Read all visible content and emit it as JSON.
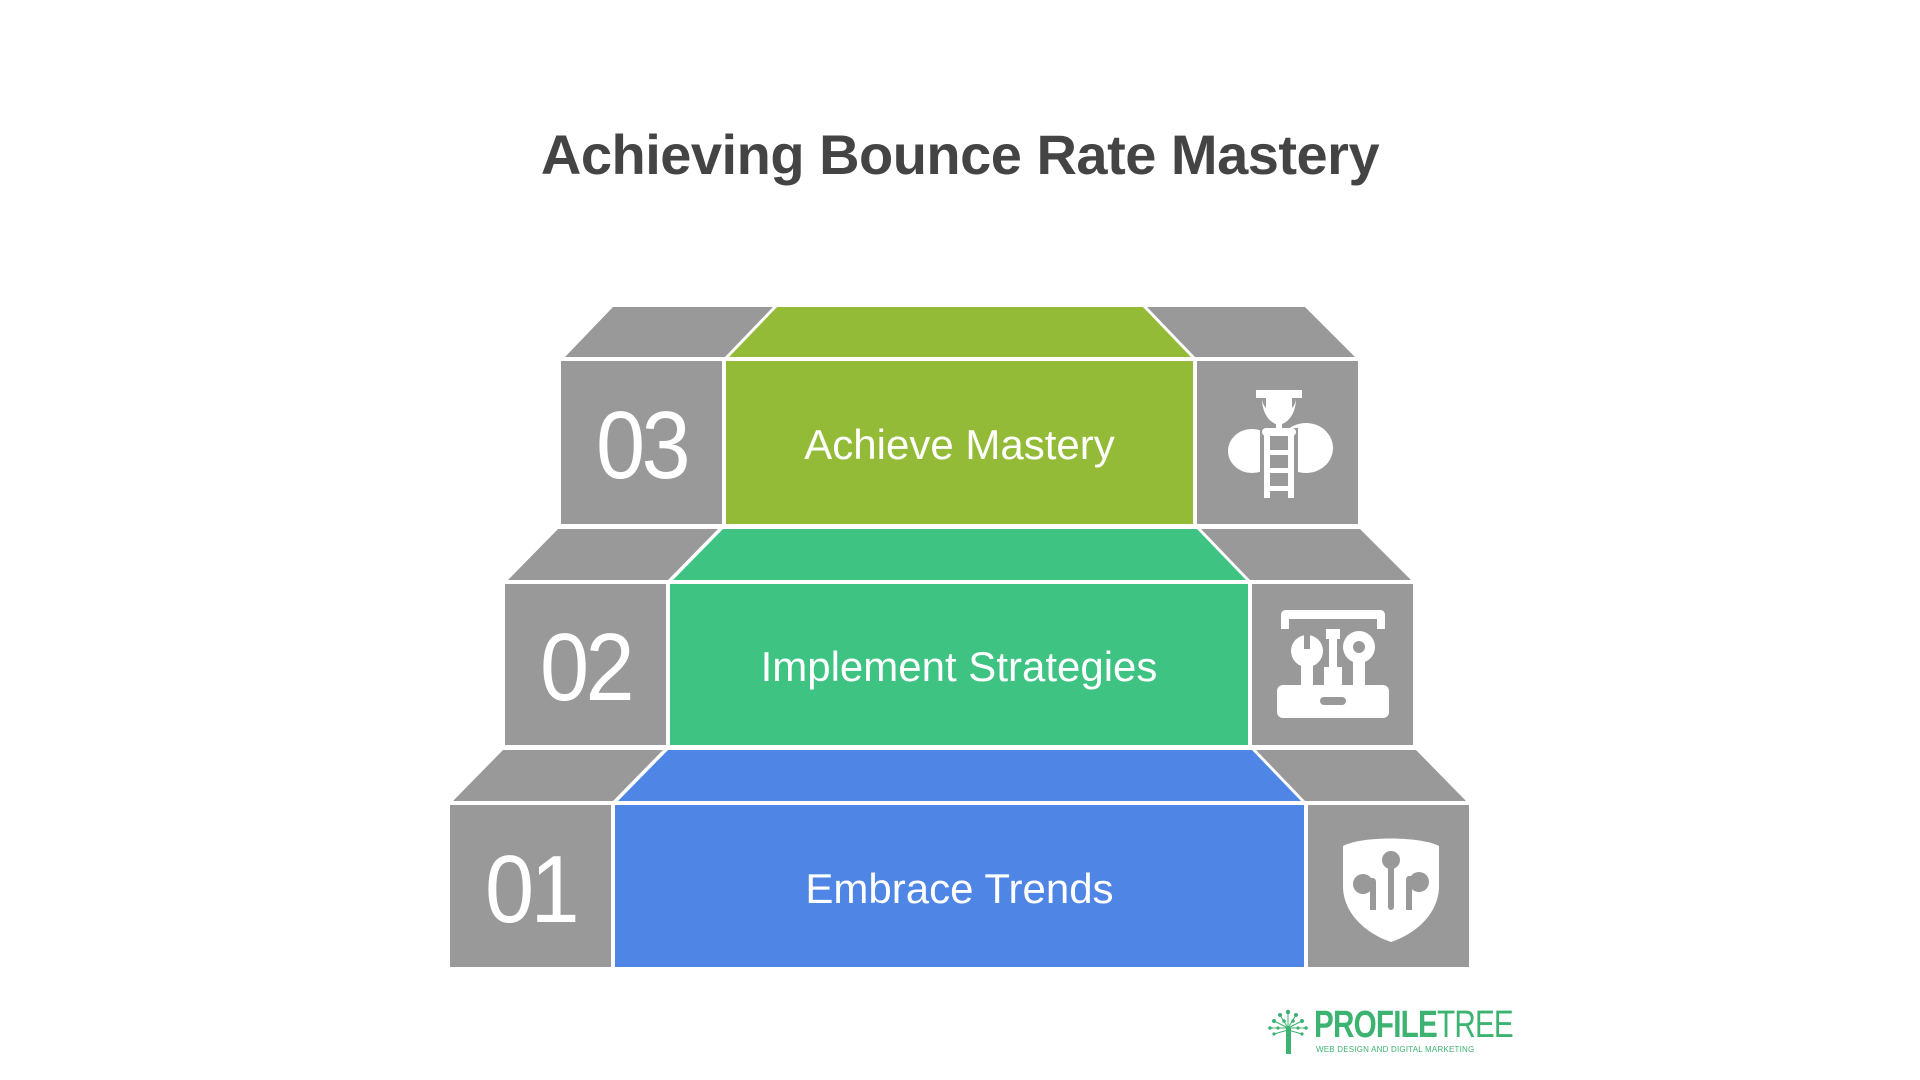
{
  "title": "Achieving Bounce Rate Mastery",
  "colors": {
    "gray": "#999999",
    "tier_3": "#93bb38",
    "tier_2": "#3ec383",
    "tier_1": "#4f86e5",
    "title_text": "#444444",
    "brand": "#3cb371"
  },
  "steps": [
    {
      "number": "03",
      "label": "Achieve Mastery",
      "icon": "trophy-ladder-icon"
    },
    {
      "number": "02",
      "label": "Implement Strategies",
      "icon": "toolbox-icon"
    },
    {
      "number": "01",
      "label": "Embrace Trends",
      "icon": "shield-circuit-icon"
    }
  ],
  "logo": {
    "name_bold": "PROFILE",
    "name_light": "TREE",
    "tagline": "WEB DESIGN AND DIGITAL MARKETING",
    "icon": "tree-icon"
  }
}
